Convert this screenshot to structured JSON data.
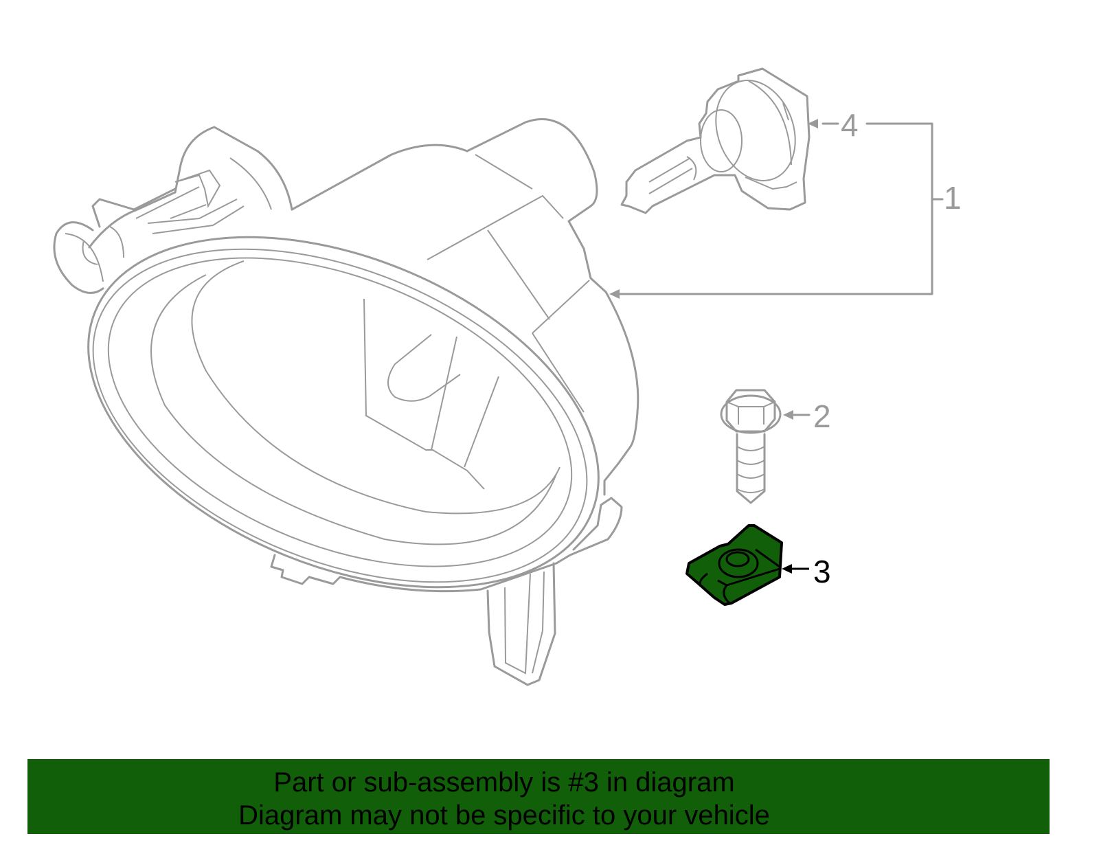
{
  "colors": {
    "highlight": "#116009",
    "line": "#9a9a9a"
  },
  "callouts": [
    {
      "number": "1",
      "part": "fog-lamp-assembly"
    },
    {
      "number": "2",
      "part": "bolt"
    },
    {
      "number": "3",
      "part": "clip-nut",
      "highlighted": true
    },
    {
      "number": "4",
      "part": "bulb"
    }
  ],
  "banner": {
    "line1": "Part or sub-assembly is #3 in diagram",
    "line2": "Diagram may not be specific to your vehicle"
  }
}
